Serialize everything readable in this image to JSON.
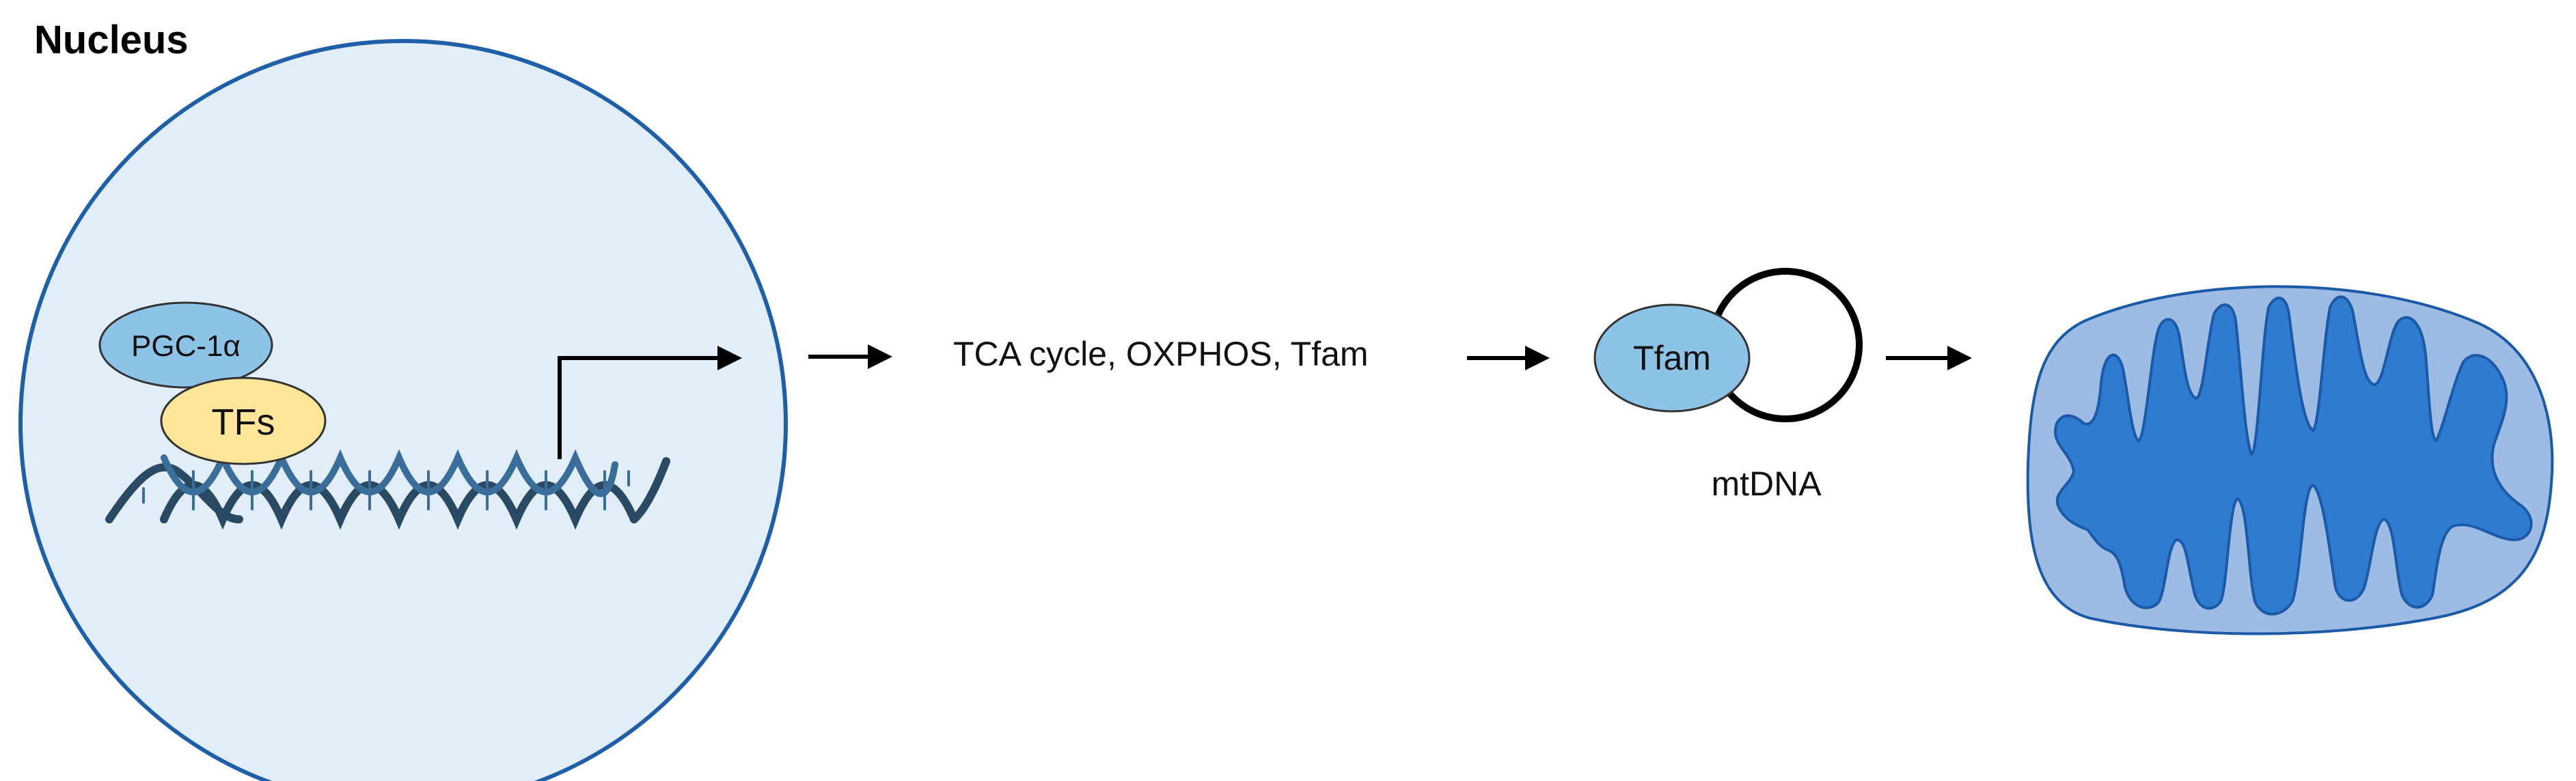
{
  "title": "Nucleus",
  "labels": {
    "pgc": "PGC-1α",
    "tfs": "TFs",
    "products": "TCA cycle, OXPHOS, Tfam",
    "tfam": "Tfam",
    "mtdna": "mtDNA"
  },
  "colors": {
    "nucleus_fill": "#e1eef9",
    "nucleus_stroke": "#1f5fa8",
    "pgc_fill": "#8ec3e8",
    "tfs_fill": "#ffe699",
    "dna_dark": "#2a4a63",
    "dna_light": "#3a6d9a",
    "mito_outer": "#9dbbe3",
    "mito_inner": "#2e7bcf",
    "mito_stroke": "#1a5aa6"
  }
}
